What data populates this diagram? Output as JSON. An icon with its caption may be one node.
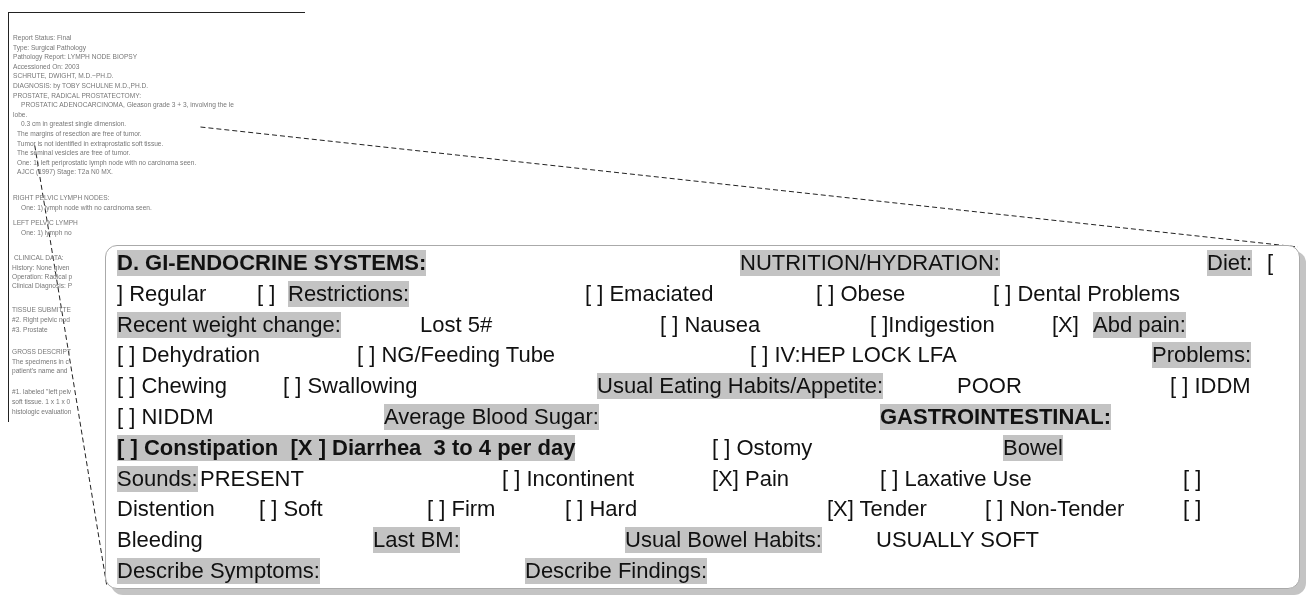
{
  "diagram": {
    "nodes": [
      {
        "text": [
          "Report Status: Final",
          "Type: Surgical Pathology",
          "Pathology Report: LYMPH NODE BIOPSY",
          "Accessioned On: 2003",
          "SCHRUTE, DWIGHT, M.D.~PH.D.",
          "DIAGNOSIS: by TOBY SCHULNE M.D.,PH.D.",
          "PROSTATE, RADICAL PROSTATECTOMY:",
          "PROSTATIC ADENOCARCINOMA, Gleason grade 3 + 3, involving the le",
          "lobe.",
          "0.3 cm in greatest single dimension.",
          "The margins of resection are free of tumor.",
          "Tumor is not identified in extraprostatic soft tissue.",
          "The seminal vesicles are free of tumor.",
          "One: 1) left periprostatic lymph node with no carcinoma seen.",
          "AJCC (1997) Stage: T2a N0 MX.",
          "RIGHT PELVIC LYMPH NODES:",
          "One: 1) lymph node with no carcinoma seen.",
          "LEFT PELVIC LYMPH",
          "One: 1) lymph no"
        ]
      },
      {
        "text": [
          "D. GI-ENDOCRINE SYSTEMS:",
          "NUTRITION/HYDRATION:",
          "Diet:",
          "[",
          "] Regular",
          "[ ]",
          "Restrictions:",
          "[ ] Emaciated",
          "[ ] Obese",
          "[ ] Dental Problems",
          "Recent weight change:",
          "Lost 5#",
          "[ ] Nausea",
          "[ ]Indigestion",
          "[X]",
          "Abd pain:",
          "[ ] Dehydration",
          "[ ] NG/Feeding Tube",
          "[ ] IV:HEP LOCK LFA",
          "Problems:",
          "[ ] Chewing",
          "[ ] Swallowing",
          "Usual Eating Habits/Appetite:",
          "POOR",
          "[ ] IDDM",
          "[ ] NIDDM",
          "Average Blood Sugar:",
          "GASTROINTESTINAL:",
          "[ ] Constipation  [X ] Diarrhea  3 to 4 per day",
          "[ ] Ostomy",
          "Bowel",
          "Sounds:",
          "PRESENT",
          "[ ] Incontinent",
          "[X] Pain",
          "[ ] Laxative Use",
          "[ ]",
          "Distention",
          "[ ] Soft",
          "[ ] Firm",
          "[ ] Hard",
          "[X] Tender",
          "[ ] Non-Tender",
          "[ ]",
          "Bleeding",
          "Last BM:",
          "Usual Bowel Habits:",
          "USUALLY SOFT",
          "Describe Symptoms:",
          "Describe Findings:"
        ]
      }
    ],
    "edges": [
      {
        "from": 0,
        "to": 1,
        "arrow": "none",
        "style": "dashed"
      },
      {
        "from": 0,
        "to": 1,
        "arrow": "none",
        "style": "dashed"
      }
    ],
    "labels": [
      "CLINICAL DATA:",
      "History: None given",
      "Operation: Radical p",
      "Clinical Diagnosis: P",
      "TISSUE SUBMITTE",
      "#2. Right pelvic nod",
      "#3. Prostate",
      "GROSS DESCRIPT",
      "The specimens in c",
      "patient's name and",
      "#1. labeled \"left pelv",
      "soft tissue. 1 x 1 x 0",
      "histologic evaluation"
    ]
  }
}
